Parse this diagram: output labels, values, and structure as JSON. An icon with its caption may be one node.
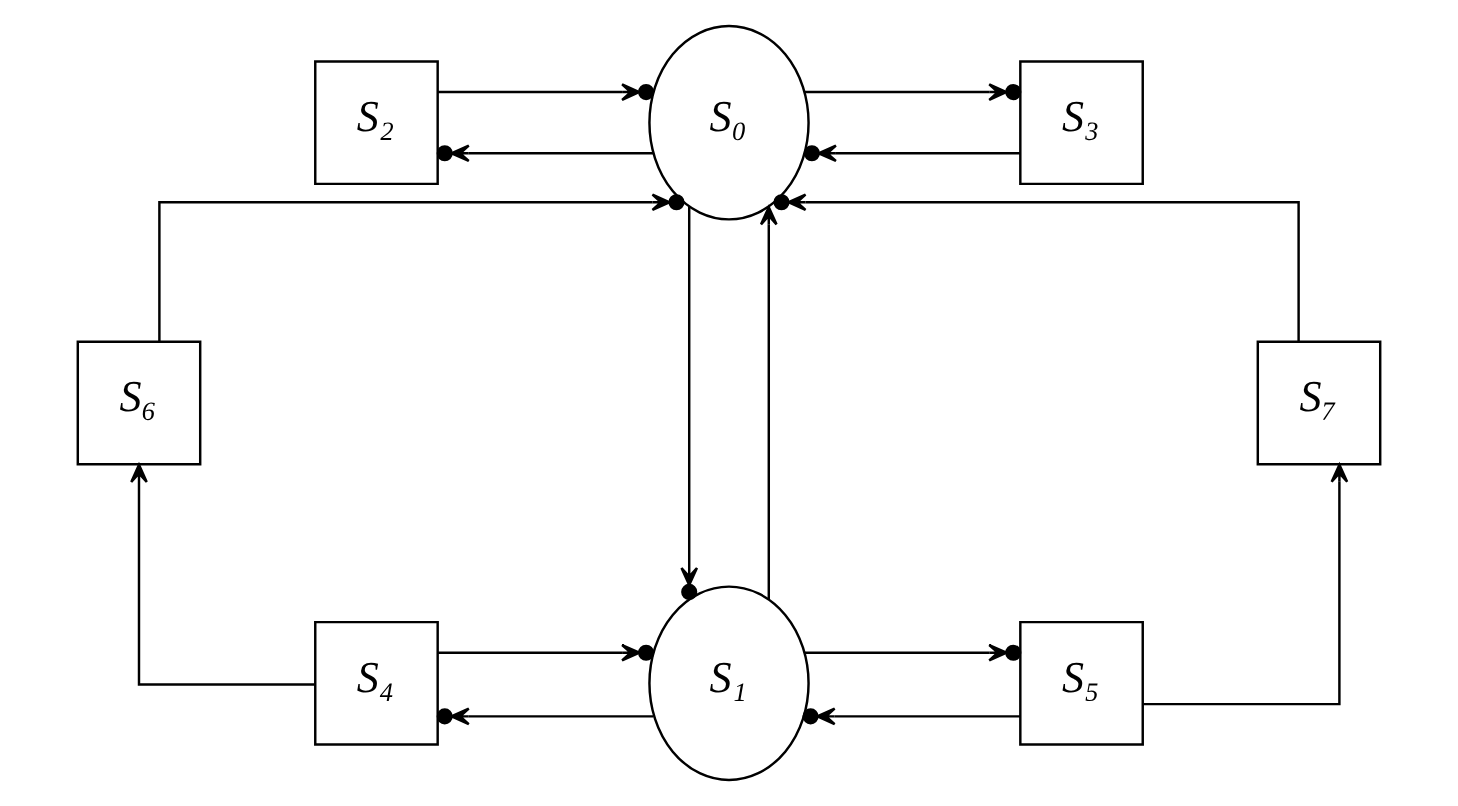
{
  "diagram": {
    "nodes": [
      {
        "text": [
          "S₂"
        ]
      },
      {
        "text": [
          "S₀"
        ]
      },
      {
        "text": [
          "S₃"
        ]
      },
      {
        "text": [
          "S₆"
        ]
      },
      {
        "text": [
          "S₇"
        ]
      },
      {
        "text": [
          "S₄"
        ]
      },
      {
        "text": [
          "S₁"
        ]
      },
      {
        "text": [
          "S₅"
        ]
      }
    ],
    "edges": [
      {
        "from": 1,
        "to": 0,
        "arrow": "to"
      },
      {
        "from": 0,
        "to": 1,
        "arrow": "to"
      },
      {
        "from": 2,
        "to": 1,
        "arrow": "to"
      },
      {
        "from": 1,
        "to": 2,
        "arrow": "to"
      },
      {
        "from": 6,
        "to": 1,
        "arrow": "to"
      },
      {
        "from": 1,
        "to": 6,
        "arrow": "to"
      },
      {
        "from": 5,
        "to": 6,
        "arrow": "to"
      },
      {
        "from": 6,
        "to": 5,
        "arrow": "to"
      },
      {
        "from": 6,
        "to": 7,
        "arrow": "to"
      },
      {
        "from": 7,
        "to": 6,
        "arrow": "to"
      },
      {
        "from": 5,
        "to": 3,
        "arrow": "to"
      },
      {
        "from": 7,
        "to": 4,
        "arrow": "to"
      },
      {
        "from": 3,
        "to": 1,
        "arrow": "to"
      },
      {
        "from": 4,
        "to": 1,
        "arrow": "to"
      }
    ]
  }
}
